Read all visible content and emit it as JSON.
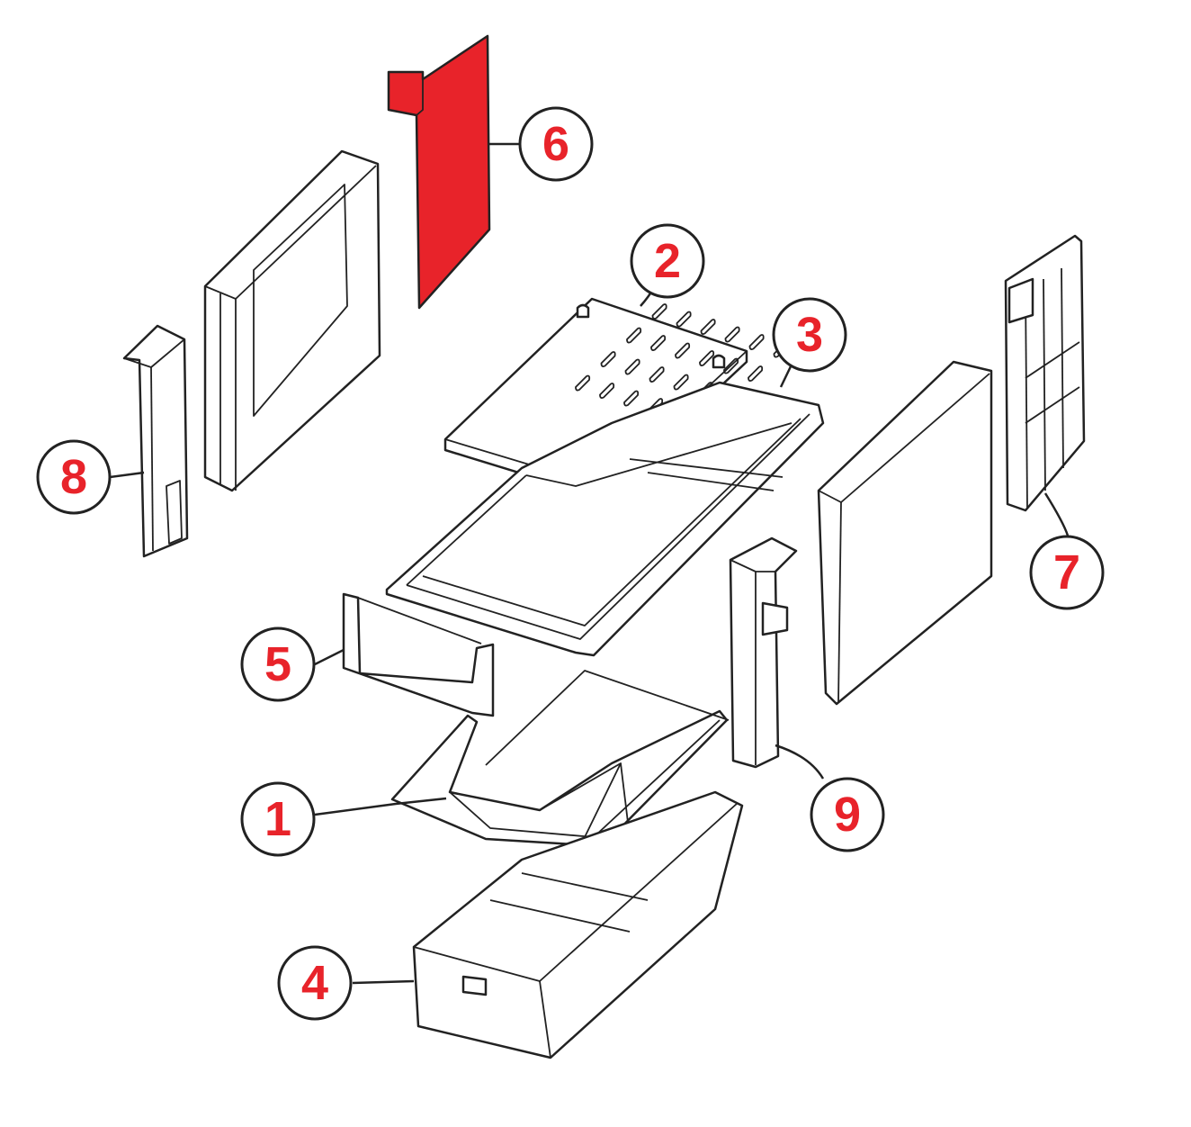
{
  "colors": {
    "highlight": "#e8232a",
    "outline": "#222222",
    "callout_text": "#e8232a",
    "background": "#ffffff"
  },
  "highlighted_part": "6",
  "callouts": [
    {
      "id": "1",
      "label": "1"
    },
    {
      "id": "2",
      "label": "2"
    },
    {
      "id": "3",
      "label": "3"
    },
    {
      "id": "4",
      "label": "4"
    },
    {
      "id": "5",
      "label": "5"
    },
    {
      "id": "6",
      "label": "6"
    },
    {
      "id": "7",
      "label": "7"
    },
    {
      "id": "8",
      "label": "8"
    },
    {
      "id": "9",
      "label": "9"
    }
  ]
}
